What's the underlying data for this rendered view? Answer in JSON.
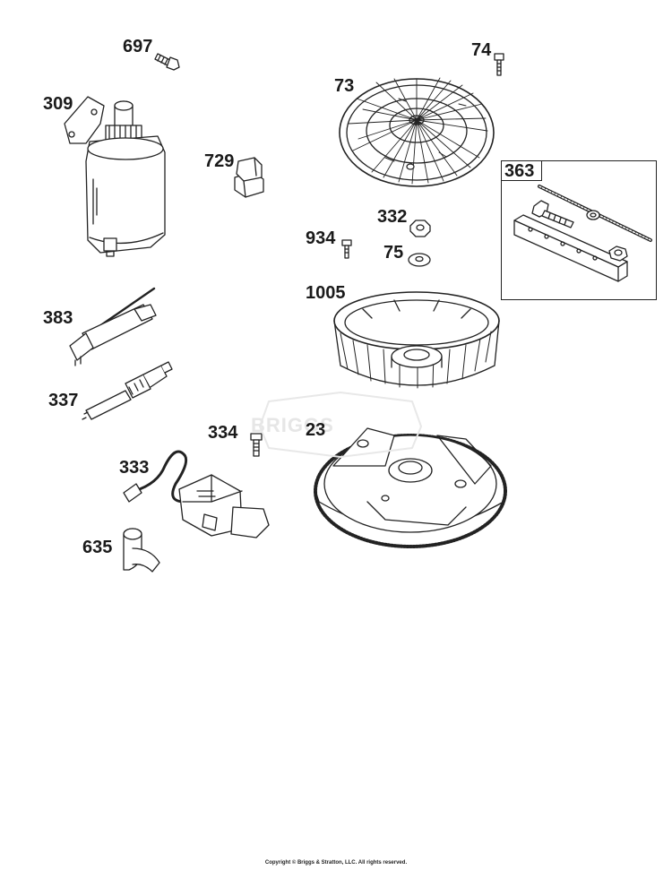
{
  "diagram": {
    "part_numbers": {
      "p697": "697",
      "p74": "74",
      "p309": "309",
      "p73": "73",
      "p729": "729",
      "p363": "363",
      "p332": "332",
      "p934": "934",
      "p75": "75",
      "p1005": "1005",
      "p383": "383",
      "p337": "337",
      "p334": "334",
      "p23": "23",
      "p333": "333",
      "p635": "635"
    },
    "watermark": "BRIGGS",
    "copyright": "Copyright © Briggs & Stratton, LLC. All rights reserved."
  }
}
